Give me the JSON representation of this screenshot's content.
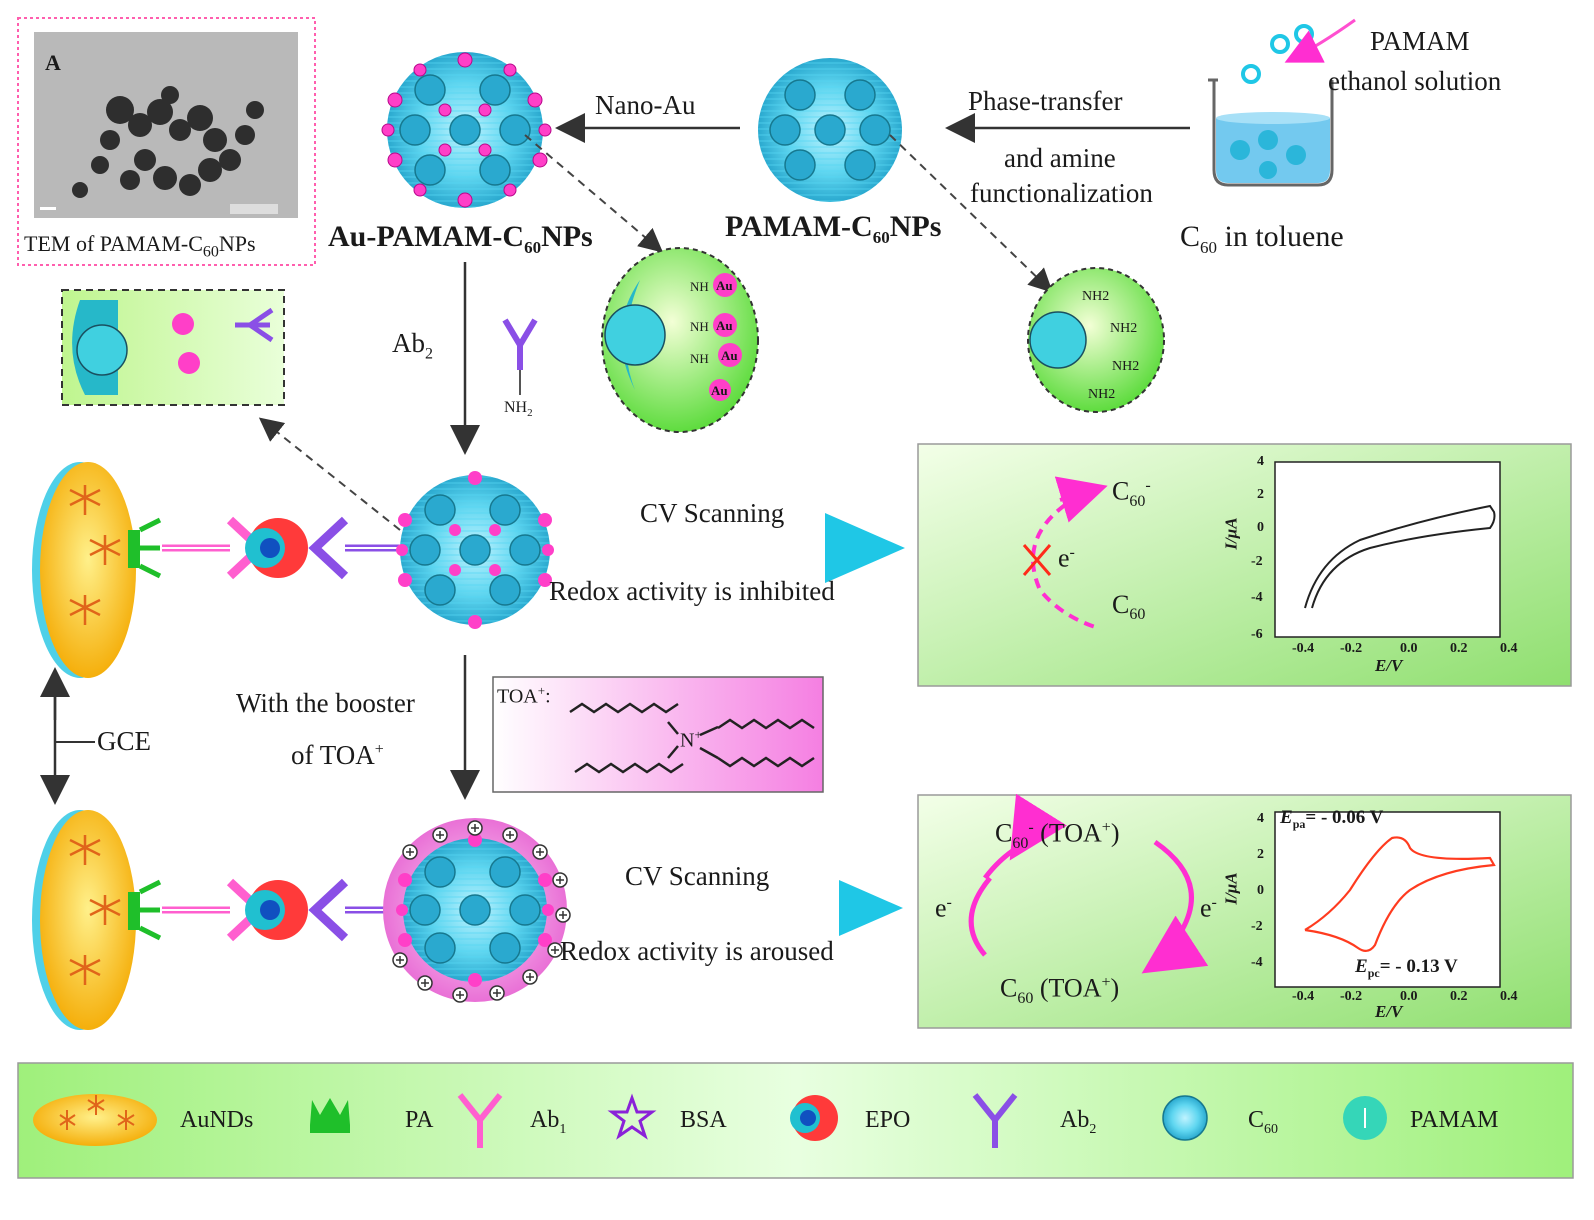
{
  "tem": {
    "panel_letter": "A",
    "caption": "TEM of PAMAM-C",
    "caption_sub": "60",
    "caption_tail": "NPs"
  },
  "steps": {
    "pamam_solution_line1": "PAMAM",
    "pamam_solution_line2": "ethanol solution",
    "phase_transfer": "Phase-transfer",
    "amine_line1": "and amine",
    "amine_line2": "functionalization",
    "nano_au": "Nano-Au",
    "ab2": "Ab",
    "ab2_sub": "2",
    "nh2": "NH",
    "nh2_sub": "2",
    "booster_line1": "With the booster",
    "booster_line2": "of TOA",
    "booster_sup": "+",
    "gce": "GCE"
  },
  "particles": {
    "au_pamam": "Au-PAMAM-C",
    "au_pamam_sub": "60",
    "au_pamam_tail": "NPs",
    "pamam_c60": "PAMAM-C",
    "pamam_c60_sub": "60",
    "pamam_c60_tail": "NPs",
    "c60_toluene": "C",
    "c60_toluene_sub": "60",
    "c60_toluene_tail": " in toluene"
  },
  "toa": {
    "label": "TOA",
    "label_sup": "+",
    "colon": ":",
    "n_label": "N",
    "n_sup": "+"
  },
  "inset_amine": [
    "NH2",
    "NH2",
    "NH2",
    "NH2"
  ],
  "inset_au": [
    "NH",
    "Au",
    "NH",
    "Au",
    "NH",
    "Au",
    "Au"
  ],
  "cv_top": {
    "arrow_label": "CV Scanning",
    "caption": "Redox activity is inhibited",
    "c60_minus": "C",
    "c60": "C",
    "sub": "60",
    "e_label": "e",
    "e_sup": "-",
    "ylabel": "I/μA",
    "xlabel": "E/V",
    "yticks": [
      "4",
      "2",
      "0",
      "-2",
      "-4",
      "-6"
    ],
    "xticks": [
      "-0.4",
      "-0.2",
      "0.0",
      "0.2",
      "0.4"
    ]
  },
  "cv_bottom": {
    "arrow_label": "CV Scanning",
    "caption": "Redox activity is aroused",
    "top_species": "C",
    "top_tail": "(TOA",
    "bottom_species": "C",
    "bottom_tail": "(TOA",
    "sub": "60",
    "e_label": "e",
    "e_sup": "-",
    "epa": "E",
    "epa_sub": "pa",
    "epa_value": "= - 0.06 V",
    "epc": "E",
    "epc_sub": "pc",
    "epc_value": "= - 0.13 V",
    "ylabel": "I/μA",
    "xlabel": "E/V",
    "yticks": [
      "4",
      "2",
      "0",
      "-2",
      "-4"
    ],
    "xticks": [
      "-0.4",
      "-0.2",
      "0.0",
      "0.2",
      "0.4"
    ]
  },
  "legend": {
    "items": [
      "AuNDs",
      "PA",
      "Ab",
      "BSA",
      "EPO",
      "Ab",
      "C",
      "PAMAM"
    ],
    "ab1_sub": "1",
    "ab2_sub": "2",
    "c60_sub": "60"
  },
  "colors": {
    "cyan": "#2ec4e6",
    "magenta": "#ff33cc",
    "purple": "#8a4fe6",
    "green_panel": "#8fe07a",
    "red_cv": "#ff3b1f",
    "gold": "#f7b500"
  }
}
